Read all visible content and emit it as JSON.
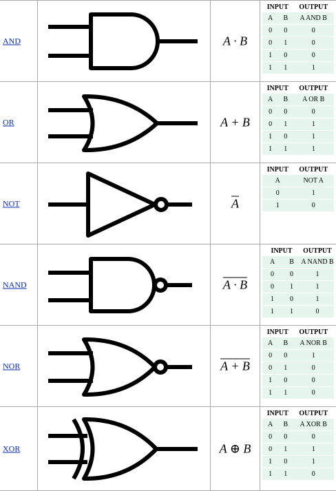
{
  "gates": [
    {
      "name": "AND",
      "expression": "A · B",
      "truth_table": {
        "group_headers": [
          "INPUT",
          "OUTPUT"
        ],
        "columns": [
          "A",
          "B",
          "A AND B"
        ],
        "rows": [
          [
            "0",
            "0",
            "0"
          ],
          [
            "0",
            "1",
            "0"
          ],
          [
            "1",
            "0",
            "0"
          ],
          [
            "1",
            "1",
            "1"
          ]
        ]
      }
    },
    {
      "name": "OR",
      "expression": "A + B",
      "truth_table": {
        "group_headers": [
          "INPUT",
          "OUTPUT"
        ],
        "columns": [
          "A",
          "B",
          "A OR B"
        ],
        "rows": [
          [
            "0",
            "0",
            "0"
          ],
          [
            "0",
            "1",
            "1"
          ],
          [
            "1",
            "0",
            "1"
          ],
          [
            "1",
            "1",
            "1"
          ]
        ]
      }
    },
    {
      "name": "NOT",
      "expression": "A",
      "truth_table": {
        "group_headers": [
          "INPUT",
          "OUTPUT"
        ],
        "columns": [
          "A",
          "NOT A"
        ],
        "rows": [
          [
            "0",
            "1"
          ],
          [
            "1",
            "0"
          ]
        ]
      }
    },
    {
      "name": "NAND",
      "expression": "A · B",
      "truth_table": {
        "group_headers": [
          "INPUT",
          "OUTPUT"
        ],
        "columns": [
          "A",
          "B",
          "A NAND B"
        ],
        "rows": [
          [
            "0",
            "0",
            "1"
          ],
          [
            "0",
            "1",
            "1"
          ],
          [
            "1",
            "0",
            "1"
          ],
          [
            "1",
            "1",
            "0"
          ]
        ]
      }
    },
    {
      "name": "NOR",
      "expression": "A + B",
      "truth_table": {
        "group_headers": [
          "INPUT",
          "OUTPUT"
        ],
        "columns": [
          "A",
          "B",
          "A NOR B"
        ],
        "rows": [
          [
            "0",
            "0",
            "1"
          ],
          [
            "0",
            "1",
            "0"
          ],
          [
            "1",
            "0",
            "0"
          ],
          [
            "1",
            "1",
            "0"
          ]
        ]
      }
    },
    {
      "name": "XOR",
      "expression": "A ⊕ B",
      "truth_table": {
        "group_headers": [
          "INPUT",
          "OUTPUT"
        ],
        "columns": [
          "A",
          "B",
          "A XOR B"
        ],
        "rows": [
          [
            "0",
            "0",
            "0"
          ],
          [
            "0",
            "1",
            "1"
          ],
          [
            "1",
            "0",
            "1"
          ],
          [
            "1",
            "1",
            "0"
          ]
        ]
      }
    }
  ]
}
